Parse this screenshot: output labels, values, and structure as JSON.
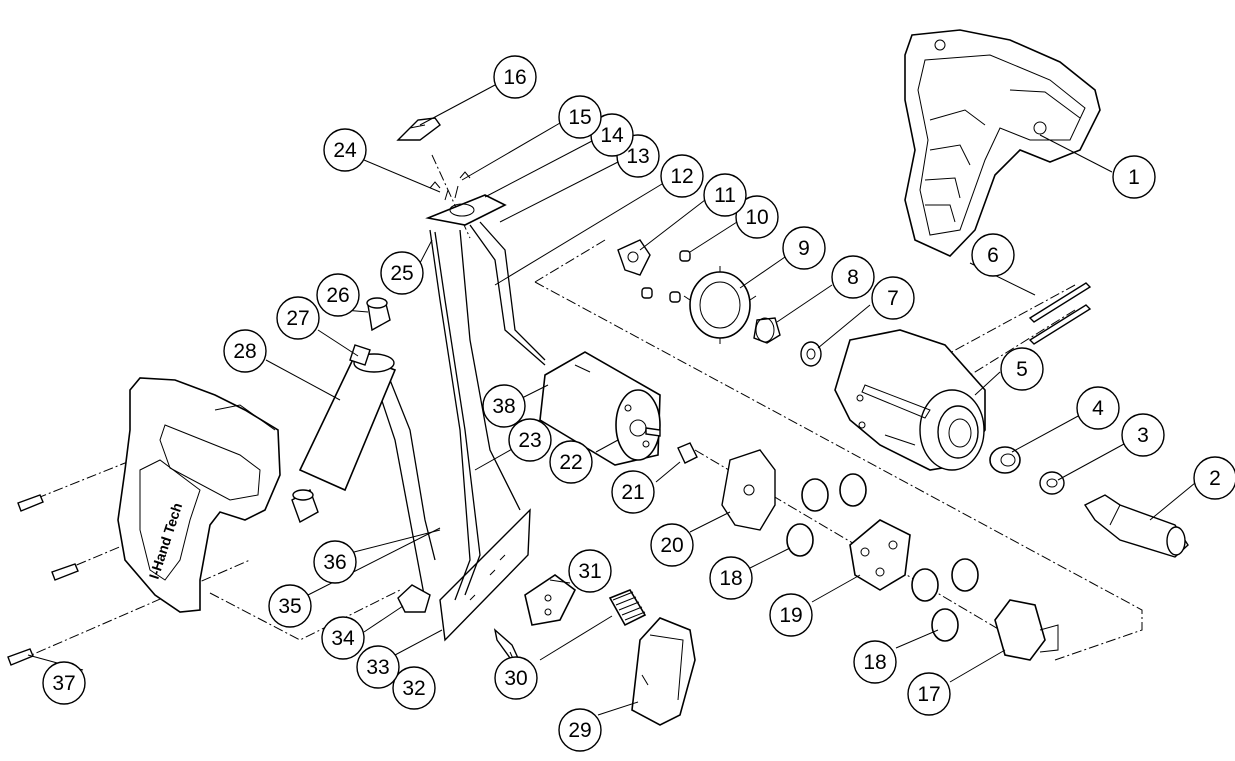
{
  "callouts": {
    "c1": "1",
    "c2": "2",
    "c3": "3",
    "c4": "4",
    "c5": "5",
    "c6": "6",
    "c7": "7",
    "c8": "8",
    "c9": "9",
    "c10": "10",
    "c11": "11",
    "c12": "12",
    "c13": "13",
    "c14": "14",
    "c15": "15",
    "c16": "16",
    "c17": "17",
    "c18a": "18",
    "c18b": "18",
    "c19": "19",
    "c20": "20",
    "c21": "21",
    "c22": "22",
    "c23": "23",
    "c24": "24",
    "c25": "25",
    "c26": "26",
    "c27": "27",
    "c28": "28",
    "c29": "29",
    "c30": "30",
    "c31": "31",
    "c32": "32",
    "c33": "33",
    "c34": "34",
    "c35": "35",
    "c36": "36",
    "c37": "37",
    "c38": "38"
  },
  "housing_logo": "I-Hand Tech"
}
